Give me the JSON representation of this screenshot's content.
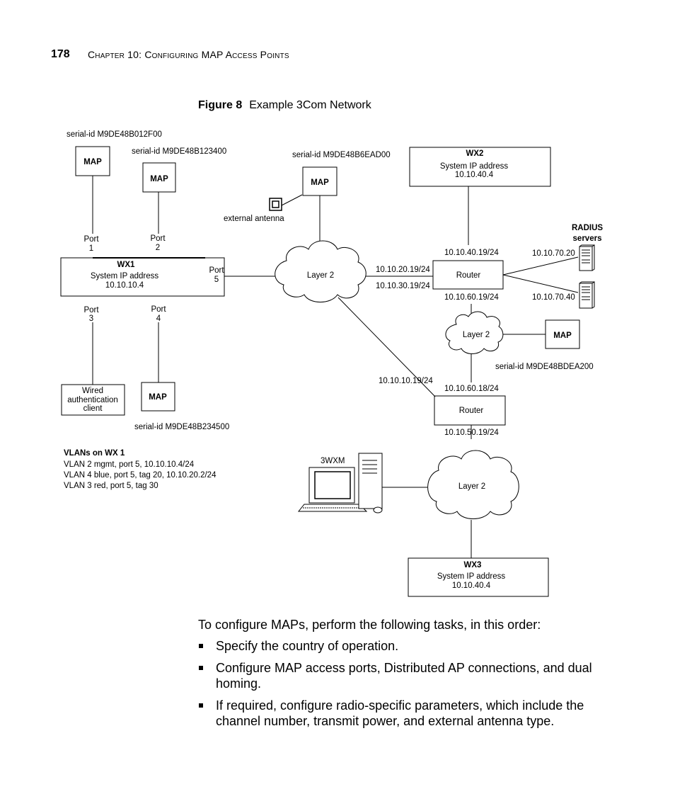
{
  "header": {
    "page_number": "178",
    "chapter": "Chapter 10: Configuring MAP Access Points"
  },
  "figure": {
    "label": "Figure 8",
    "title": "Example 3Com Network"
  },
  "diagram": {
    "map1": {
      "serial": "serial-id M9DE48B012F00",
      "label": "MAP"
    },
    "map2": {
      "serial": "serial-id M9DE48B123400",
      "label": "MAP"
    },
    "map3": {
      "serial": "serial-id M9DE48B6EAD00",
      "label": "MAP",
      "antenna": "external antenna"
    },
    "map4": {
      "serial": "serial-id M9DE48B234500",
      "label": "MAP"
    },
    "map5": {
      "serial": "serial-id M9DE48BDEA200",
      "label": "MAP"
    },
    "wx1": {
      "name": "WX1",
      "line1": "System IP address",
      "line2": "10.10.10.4"
    },
    "wx2": {
      "name": "WX2",
      "line1": "System IP address",
      "line2": "10.10.40.4"
    },
    "wx3": {
      "name": "WX3",
      "line1": "System IP address",
      "line2": "10.10.40.4"
    },
    "ports": {
      "p1": {
        "word": "Port",
        "num": "1"
      },
      "p2": {
        "word": "Port",
        "num": "2"
      },
      "p3": {
        "word": "Port",
        "num": "3"
      },
      "p4": {
        "word": "Port",
        "num": "4"
      },
      "p5": {
        "word": "Port",
        "num": "5"
      }
    },
    "wired_client": {
      "line1": "Wired",
      "line2": "authentication",
      "line3": "client"
    },
    "cloud_main": "Layer 2",
    "cloud_mid": "Layer 2",
    "cloud_bottom": "Layer 2",
    "router1": "Router",
    "router2": "Router",
    "radius": {
      "line1": "RADIUS",
      "line2": "servers"
    },
    "ips": {
      "r1_top": "10.10.40.19/24",
      "r1_left_a": "10.10.20.19/24",
      "r1_left_b": "10.10.30.19/24",
      "r1_bottom": "10.10.60.19/24",
      "radius_a": "10.10.70.20",
      "radius_b": "10.10.70.40",
      "r2_left": "10.10.10.19/24",
      "r2_top": "10.10.60.18/24",
      "r2_bottom": "10.10.50.19/24"
    },
    "wxm_label": "3WXM",
    "vlans": {
      "title": "VLANs  on WX 1",
      "lines": [
        "VLAN 2 mgmt, port 5, 10.10.10.4/24",
        "VLAN 4 blue, port 5, tag 20, 10.10.20.2/24",
        "VLAN 3 red, port 5, tag 30"
      ]
    }
  },
  "body": {
    "intro": "To configure MAPs, perform the following tasks, in this order:",
    "tasks": [
      "Specify the country of operation.",
      "Configure MAP access ports, Distributed AP connections, and dual homing.",
      "If required, configure radio-specific parameters, which include the channel number, transmit power, and external antenna type."
    ]
  }
}
